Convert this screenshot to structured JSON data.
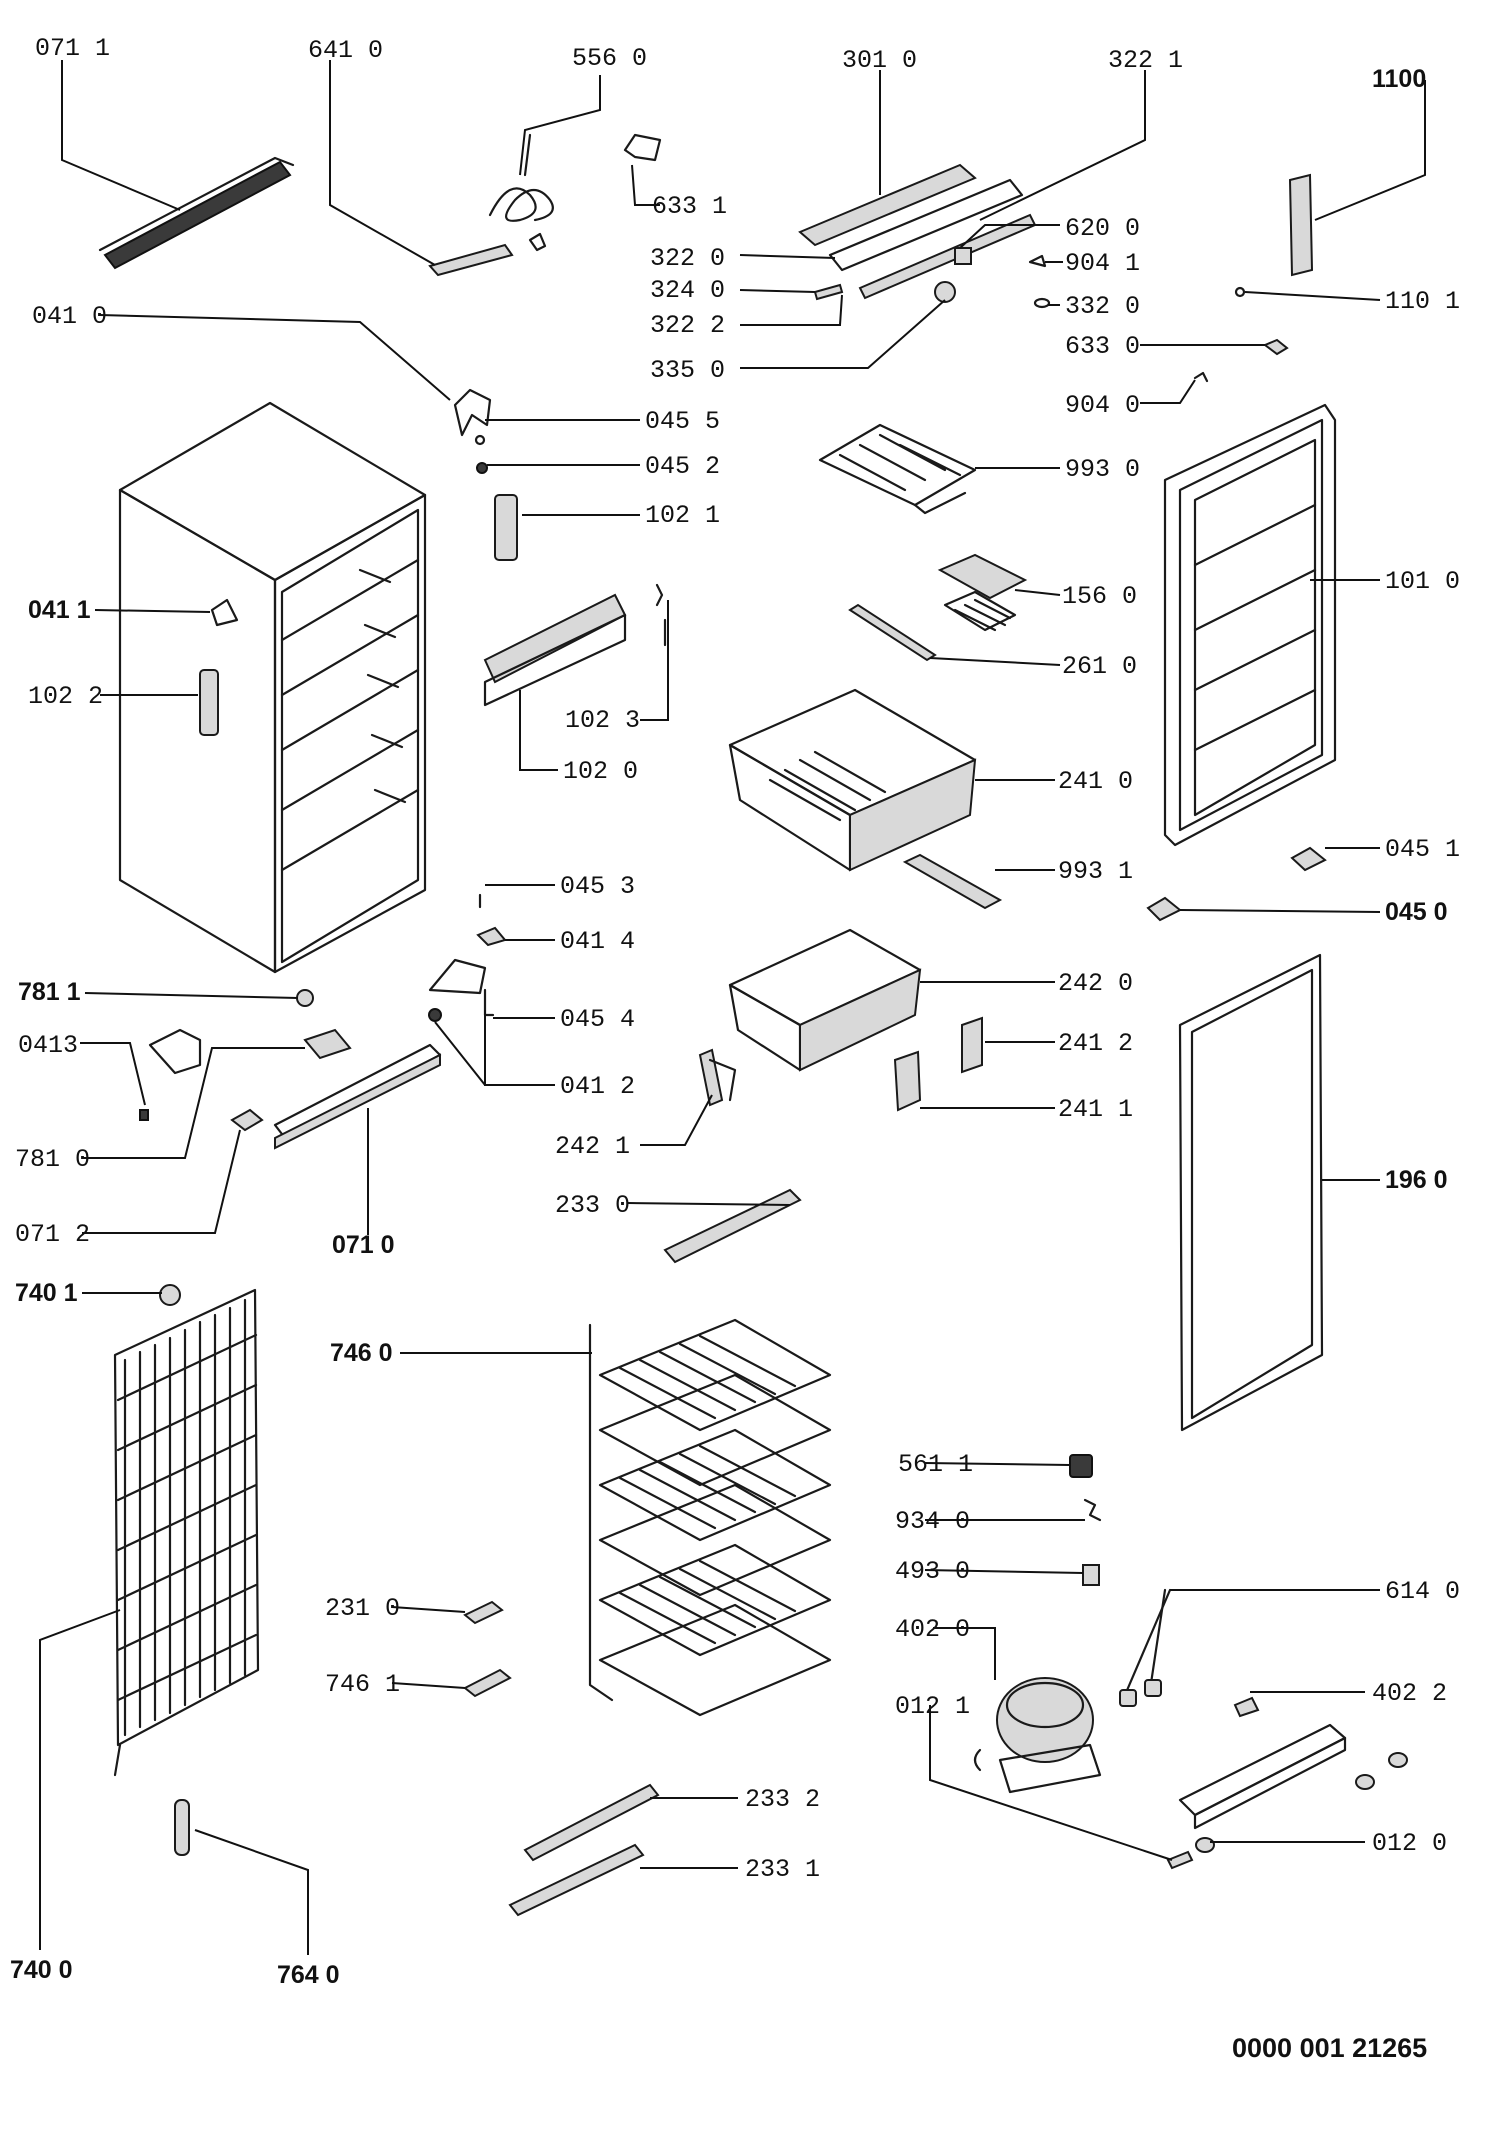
{
  "document_number": "0000 001 21265",
  "callouts": [
    {
      "id": "c0711",
      "text": "071 1"
    },
    {
      "id": "c6410",
      "text": "641 0"
    },
    {
      "id": "c5560",
      "text": "556  0"
    },
    {
      "id": "c3010",
      "text": "301 0"
    },
    {
      "id": "c3221",
      "text": "322  1"
    },
    {
      "id": "c1100",
      "text": "1100"
    },
    {
      "id": "c6331",
      "text": "633 1"
    },
    {
      "id": "c3220",
      "text": "322 0"
    },
    {
      "id": "c6200",
      "text": "620 0"
    },
    {
      "id": "c9041",
      "text": "904 1"
    },
    {
      "id": "c3240",
      "text": "324  0"
    },
    {
      "id": "c3320",
      "text": "332  0"
    },
    {
      "id": "c1101",
      "text": "110  1"
    },
    {
      "id": "c3222",
      "text": "322 2"
    },
    {
      "id": "c0410",
      "text": "041 0"
    },
    {
      "id": "c3350",
      "text": "335 0"
    },
    {
      "id": "c6330",
      "text": "633 0"
    },
    {
      "id": "c9040",
      "text": "904 0"
    },
    {
      "id": "c0455",
      "text": "045 5"
    },
    {
      "id": "c0452",
      "text": "045 2"
    },
    {
      "id": "c9930",
      "text": "993 0"
    },
    {
      "id": "c1021",
      "text": "102 1"
    },
    {
      "id": "c1010",
      "text": "101 0"
    },
    {
      "id": "c0411",
      "text": "041 1"
    },
    {
      "id": "c1560",
      "text": "156 0"
    },
    {
      "id": "c2610",
      "text": "261 0"
    },
    {
      "id": "c1022",
      "text": "102 2"
    },
    {
      "id": "c1023",
      "text": "102 3"
    },
    {
      "id": "c1020",
      "text": "102 0"
    },
    {
      "id": "c2410",
      "text": "241 0"
    },
    {
      "id": "c0451",
      "text": "045 1"
    },
    {
      "id": "c9931",
      "text": "993 1"
    },
    {
      "id": "c0453",
      "text": "045 3"
    },
    {
      "id": "c0450",
      "text": "045 0"
    },
    {
      "id": "c0414",
      "text": "041 4"
    },
    {
      "id": "c7811",
      "text": "781 1"
    },
    {
      "id": "c2420",
      "text": "242 0"
    },
    {
      "id": "c0454",
      "text": "045 4"
    },
    {
      "id": "c0413",
      "text": "0413"
    },
    {
      "id": "c2412",
      "text": "241 2"
    },
    {
      "id": "c0412",
      "text": "041 2"
    },
    {
      "id": "c2411",
      "text": "241 1"
    },
    {
      "id": "c7810",
      "text": "781 0"
    },
    {
      "id": "c2421",
      "text": "242 1"
    },
    {
      "id": "c1960",
      "text": "196 0"
    },
    {
      "id": "c2330",
      "text": "233 0"
    },
    {
      "id": "c0712",
      "text": "071 2"
    },
    {
      "id": "c0710",
      "text": "071 0"
    },
    {
      "id": "c7401",
      "text": "740 1"
    },
    {
      "id": "c7460",
      "text": "746 0"
    },
    {
      "id": "c5611",
      "text": "561 1"
    },
    {
      "id": "c9340",
      "text": "934 0"
    },
    {
      "id": "c4930",
      "text": "493 0"
    },
    {
      "id": "c6140",
      "text": "614  0"
    },
    {
      "id": "c2310",
      "text": "231 0"
    },
    {
      "id": "c4020",
      "text": "402 0"
    },
    {
      "id": "c7461",
      "text": "746 1"
    },
    {
      "id": "c4022",
      "text": "402 2"
    },
    {
      "id": "c0121",
      "text": "012 1"
    },
    {
      "id": "c2332",
      "text": "233  2"
    },
    {
      "id": "c0120",
      "text": "012  0"
    },
    {
      "id": "c2331",
      "text": "233 1"
    },
    {
      "id": "c7400",
      "text": "740 0"
    },
    {
      "id": "c7640",
      "text": "764 0"
    }
  ]
}
